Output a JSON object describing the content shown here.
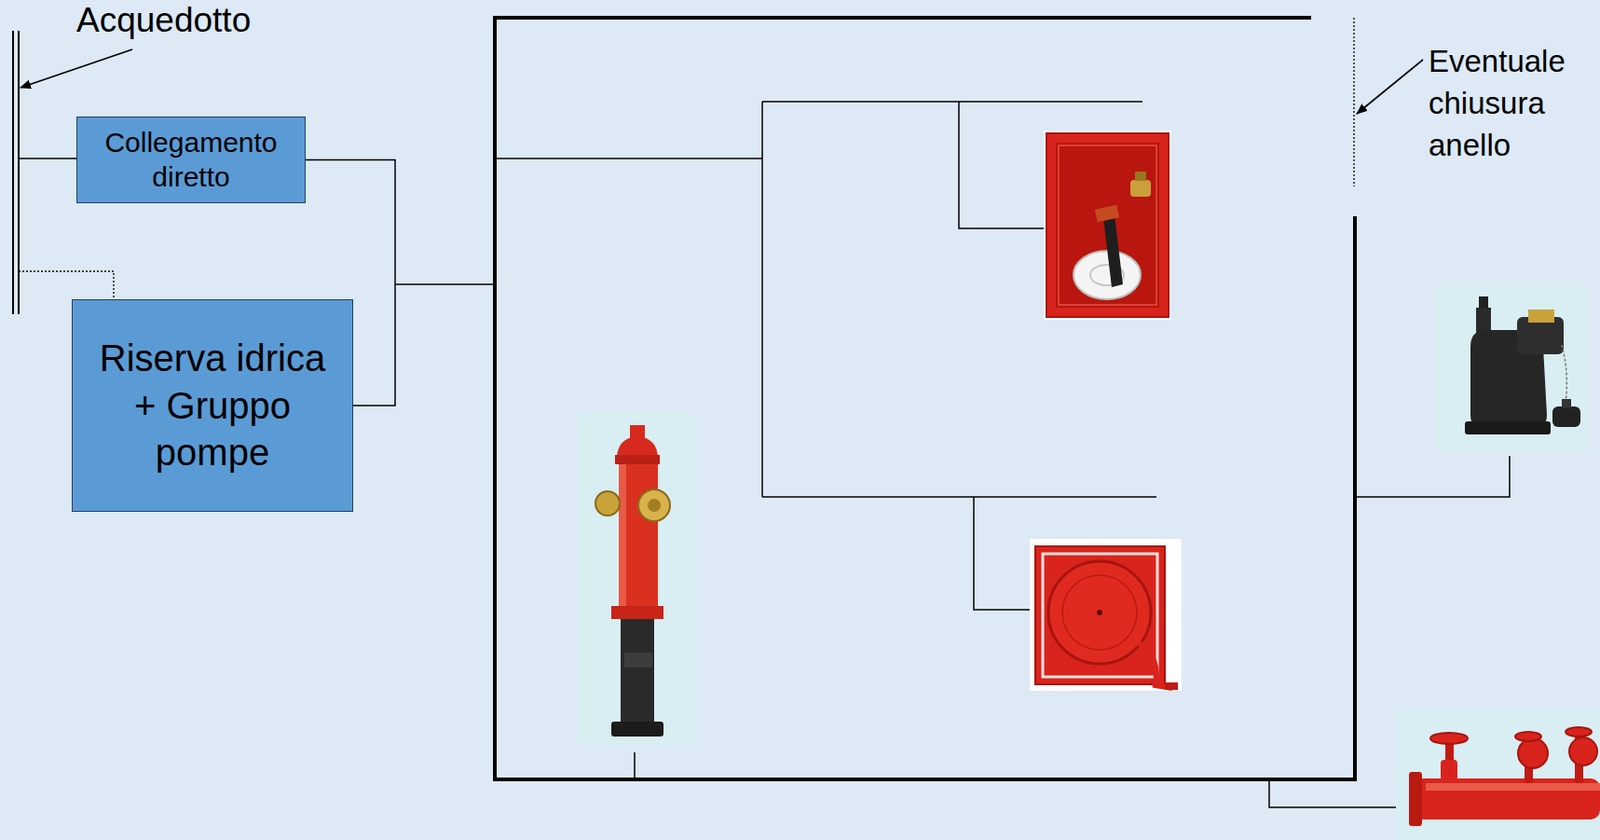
{
  "diagram": {
    "nodes": [
      {
        "text": [
          "Collegamento diretto"
        ]
      },
      {
        "text": [
          "Riserva idrica + Gruppo pompe"
        ]
      }
    ],
    "edges": [
      {
        "from": 0,
        "to": 1,
        "arrow": "none"
      }
    ],
    "labels": [
      "Acquedotto",
      "Eventuale chiusura anello"
    ]
  }
}
